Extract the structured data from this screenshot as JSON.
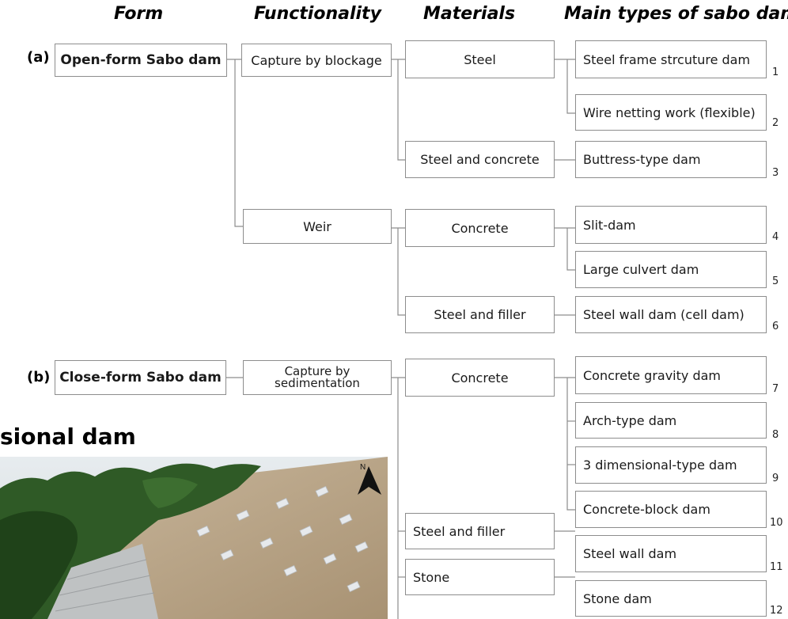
{
  "headers": {
    "form": "Form",
    "functionality": "Functionality",
    "materials": "Materials",
    "main_types": "Main types of sabo dam"
  },
  "section_a": {
    "tag": "(a)",
    "form": "Open-form Sabo dam",
    "functionality": [
      "Capture by blockage",
      "Weir"
    ],
    "materials": [
      "Steel",
      "Steel and concrete",
      "Concrete",
      "Steel and filler"
    ]
  },
  "section_b": {
    "tag": "(b)",
    "form": "Close-form Sabo dam",
    "functionality": [
      "Capture by\nsedimentation"
    ],
    "materials": [
      "Concrete",
      "Steel and filler",
      "Stone"
    ]
  },
  "types": [
    {
      "label": "Steel frame strcuture dam",
      "num": "1"
    },
    {
      "label": "Wire netting work (flexible)",
      "num": "2"
    },
    {
      "label": "Buttress-type dam",
      "num": "3"
    },
    {
      "label": "Slit-dam",
      "num": "4"
    },
    {
      "label": "Large culvert dam",
      "num": "5"
    },
    {
      "label": "Steel wall dam (cell dam)",
      "num": "6"
    },
    {
      "label": "Concrete gravity dam",
      "num": "7"
    },
    {
      "label": "Arch-type dam",
      "num": "8"
    },
    {
      "label": "3 dimensional-type dam",
      "num": "9"
    },
    {
      "label": "Concrete-block dam",
      "num": "10"
    },
    {
      "label": "Steel wall dam",
      "num": "11"
    },
    {
      "label": "Stone dam",
      "num": "12"
    }
  ],
  "photo": {
    "title_fragment": "sional dam",
    "north_label": "N"
  },
  "colors": {
    "box_border": "#8d8d8d",
    "connector": "#8d8d8d"
  }
}
